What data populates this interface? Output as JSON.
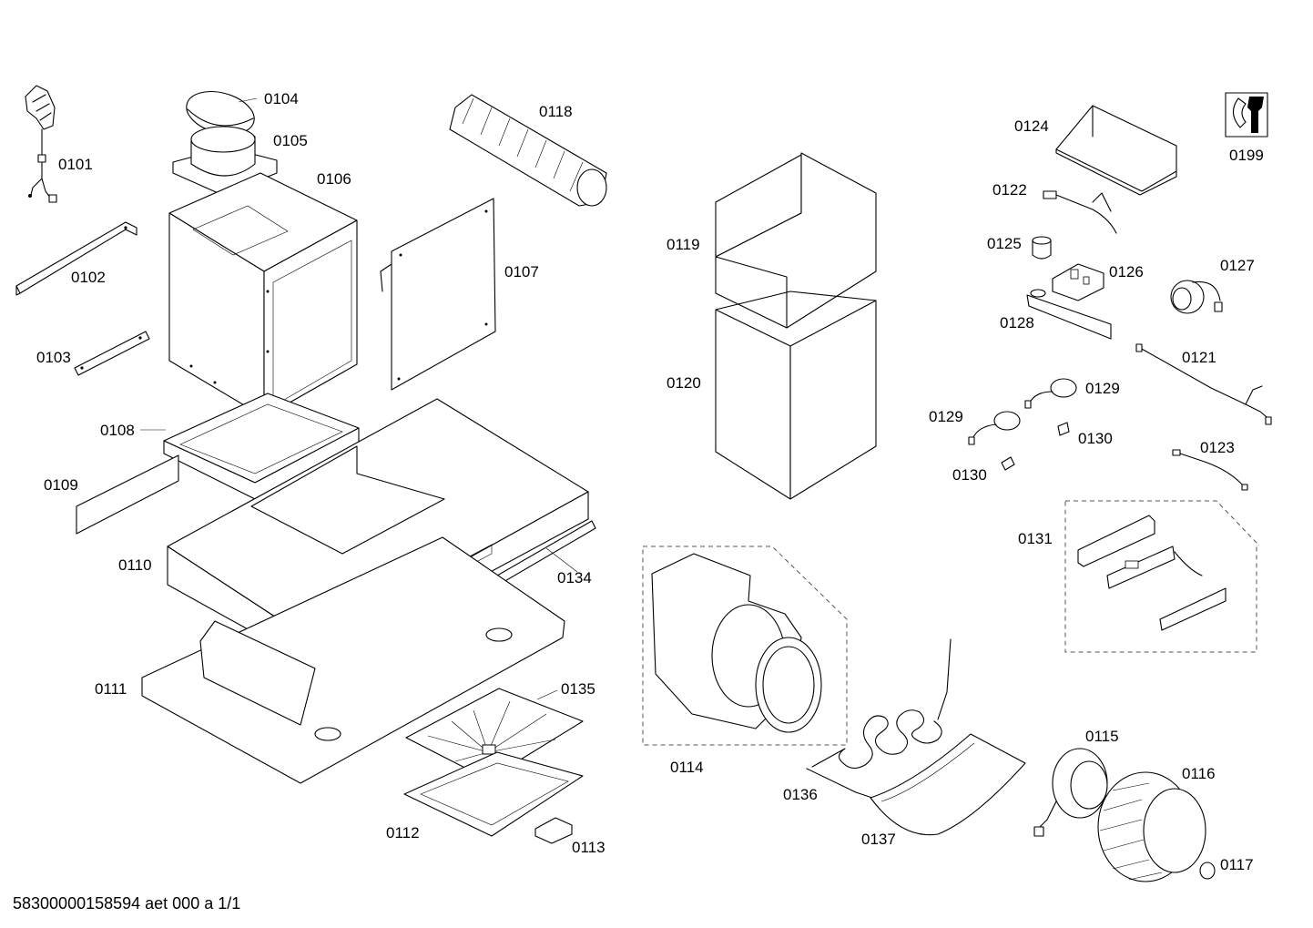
{
  "footer": {
    "text": "58300000158594 aet 000 a 1/1"
  },
  "labels": {
    "p0101": "0101",
    "p0102": "0102",
    "p0103": "0103",
    "p0104": "0104",
    "p0105": "0105",
    "p0106": "0106",
    "p0107": "0107",
    "p0108": "0108",
    "p0109": "0109",
    "p0110": "0110",
    "p0111": "0111",
    "p0112": "0112",
    "p0113": "0113",
    "p0114": "0114",
    "p0115": "0115",
    "p0116": "0116",
    "p0117": "0117",
    "p0118": "0118",
    "p0119": "0119",
    "p0120": "0120",
    "p0121": "0121",
    "p0122": "0122",
    "p0123": "0123",
    "p0124": "0124",
    "p0125": "0125",
    "p0126": "0126",
    "p0127": "0127",
    "p0128": "0128",
    "p0129a": "0129",
    "p0129b": "0129",
    "p0130a": "0130",
    "p0130b": "0130",
    "p0131": "0131",
    "p0134": "0134",
    "p0135": "0135",
    "p0136": "0136",
    "p0137": "0137",
    "p0199": "0199"
  },
  "icons": {
    "service": "wrench-icon"
  }
}
